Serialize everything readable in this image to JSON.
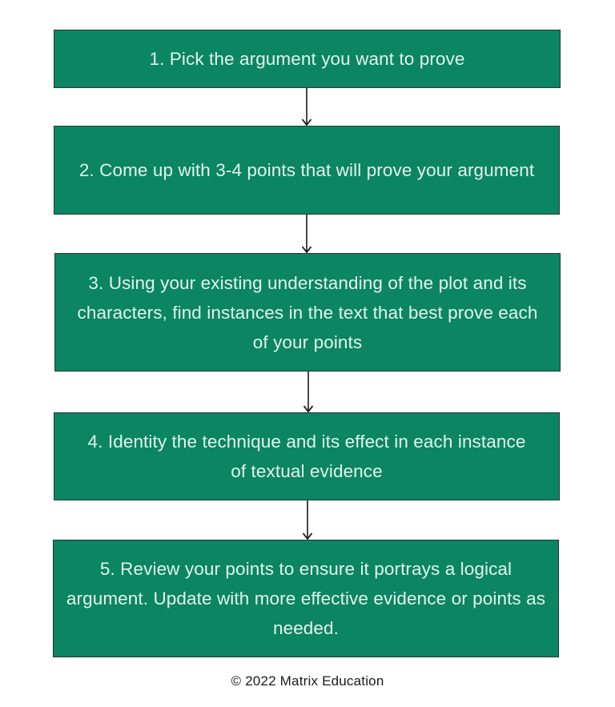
{
  "diagram": {
    "type": "flowchart",
    "direction": "top-to-bottom",
    "colors": {
      "box_fill": "#0b8562",
      "box_border": "#1f3b30",
      "box_text": "#e3f4ec",
      "arrow": "#1a1a1a",
      "background": "#ffffff"
    },
    "steps": [
      {
        "label": "1. Pick the argument you want to prove"
      },
      {
        "label": "2. Come up with 3-4 points that will prove your argument"
      },
      {
        "label": "3. Using your existing understanding of the plot and its characters, find instances in the text that best prove each of your points"
      },
      {
        "label": "4. Identity the technique and its effect in each instance of textual evidence"
      },
      {
        "label": "5. Review your points to ensure it portrays a logical argument. Update with more effective evidence or points as needed."
      }
    ],
    "connectors": [
      {
        "from": 1,
        "to": 2,
        "icon": "arrow-down-icon"
      },
      {
        "from": 2,
        "to": 3,
        "icon": "arrow-down-icon"
      },
      {
        "from": 3,
        "to": 4,
        "icon": "arrow-down-icon"
      },
      {
        "from": 4,
        "to": 5,
        "icon": "arrow-down-icon"
      }
    ]
  },
  "footer": {
    "copyright": "© 2022 Matrix Education"
  }
}
